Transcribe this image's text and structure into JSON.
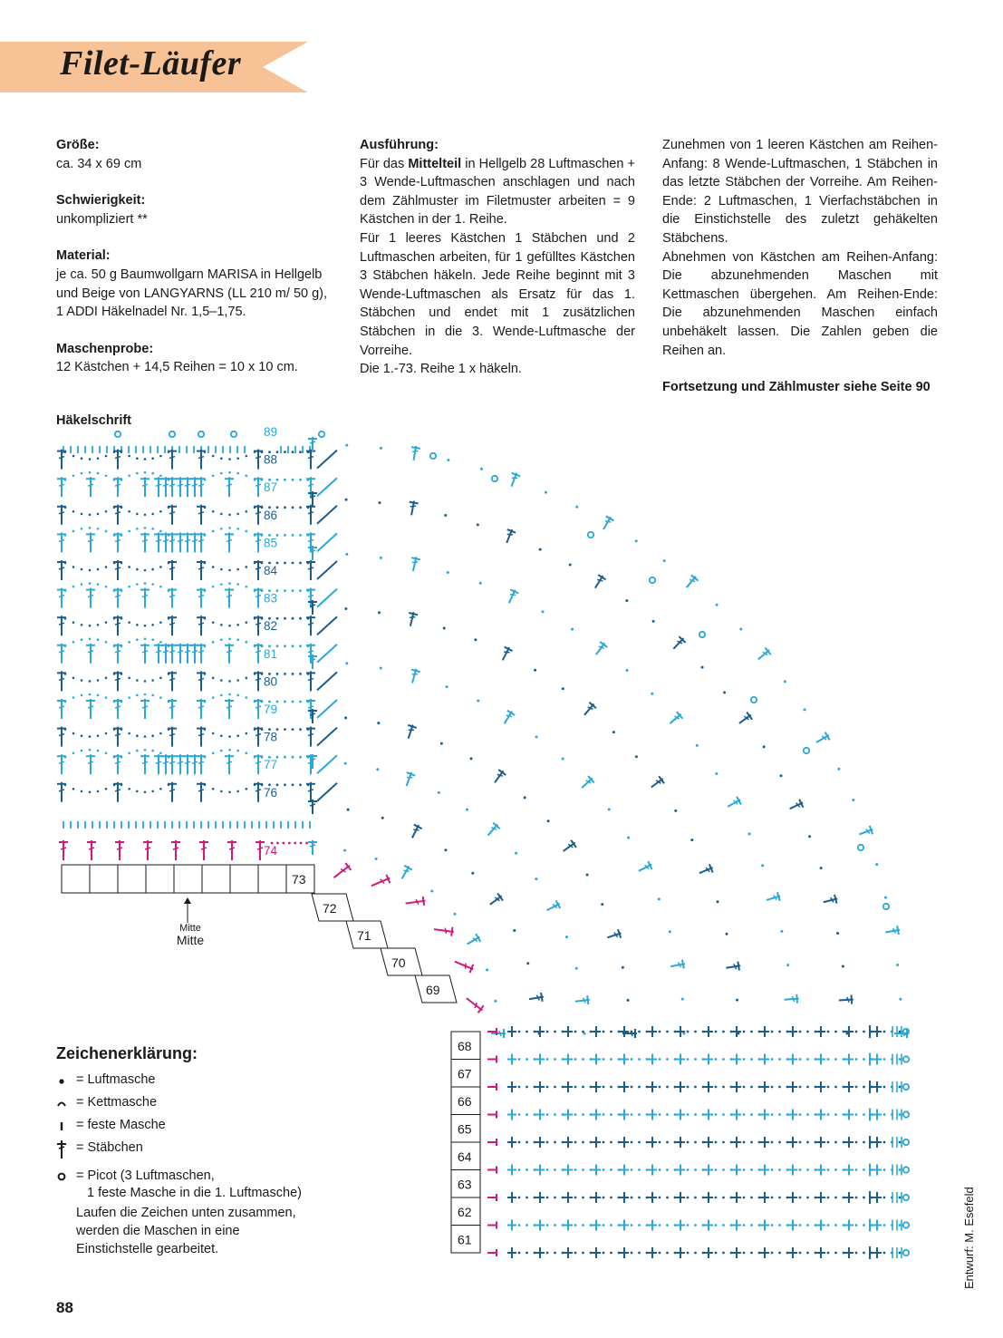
{
  "title": "Filet-Läufer",
  "colors": {
    "banner": "#f6c296",
    "dark": "#1b5e8c",
    "light": "#2aa8d8",
    "magenta": "#d0197a",
    "text": "#1a1a1a"
  },
  "col1": {
    "size_label": "Größe:",
    "size_value": "ca. 34 x 69 cm",
    "difficulty_label": "Schwierigkeit:",
    "difficulty_value": "unkompliziert **",
    "material_label": "Material:",
    "material_1": "je ca. 50 g Baumwollgarn MARISA in Hellgelb",
    "material_2": "und Beige von LANGYARNS (LL 210 m/ 50 g),",
    "material_3": "1 ADDI Häkelnadel Nr. 1,5–1,75.",
    "gauge_label": "Maschenprobe:",
    "gauge_value": "12 Kästchen + 14,5 Reihen = 10 x 10 cm."
  },
  "col2": {
    "heading": "Ausführung:",
    "p1_a": "Für das ",
    "p1_bold": "Mittelteil",
    "p1_b": " in Hellgelb 28 Luftmaschen + 3 Wende-Luftmaschen anschlagen und nach dem Zählmuster im Filetmuster arbeiten = 9 Kästchen in der 1. Reihe.",
    "p2": "Für 1 leeres Kästchen 1 Stäbchen und 2 Luftmaschen arbeiten, für 1 gefülltes Kästchen 3 Stäbchen häkeln. Jede Reihe beginnt mit 3 Wende-Luftmaschen als Ersatz für das 1. Stäbchen und endet mit 1 zusätzlichen Stäbchen in die 3. Wende-Luftmasche der Vorreihe.",
    "p3": "Die 1.-73. Reihe 1 x häkeln."
  },
  "col3": {
    "p1": "Zunehmen von 1 leeren Kästchen am Reihen-Anfang: 8 Wende-Luftmaschen, 1 Stäbchen in das letzte Stäbchen der Vorreihe. Am Reihen-Ende: 2 Luftmaschen, 1 Vierfachstäbchen in die Einstichstelle des zuletzt gehäkelten Stäbchens.",
    "p2": "Abnehmen von Kästchen am Reihen-Anfang: Die abzunehmenden Maschen mit Kettmaschen übergehen. Am Reihen-Ende: Die abzunehmenden Maschen einfach unbehäkelt lassen. Die Zahlen geben die Reihen an.",
    "p3": "Fortsetzung und Zählmuster siehe Seite 90"
  },
  "chart_heading": "Häkelschrift",
  "row_labels": [
    "89",
    "88",
    "87",
    "86",
    "85",
    "84",
    "83",
    "82",
    "81",
    "80",
    "79",
    "78",
    "77",
    "76",
    "74"
  ],
  "row_dark": [
    false,
    true,
    false,
    true,
    false,
    true,
    false,
    true,
    false,
    true,
    false,
    true,
    false,
    true,
    false
  ],
  "box_labels_h": [
    "73"
  ],
  "box_labels_diag": [
    "72",
    "71",
    "70",
    "69"
  ],
  "box_labels_v": [
    "68",
    "67",
    "66",
    "65",
    "64",
    "63",
    "62",
    "61"
  ],
  "mitte_small": "Mitte",
  "mitte_big": "Mitte",
  "legend": {
    "heading": "Zeichenerklärung:",
    "items": [
      "= Luftmasche",
      "= Kettmasche",
      "= feste Masche",
      "= Stäbchen"
    ],
    "picot_1": "= Picot (3 Luftmaschen,",
    "picot_2": "1 feste Masche in die 1. Luftmasche)",
    "note": "Laufen die Zeichen unten zusammen, werden die Maschen in eine Einstichstelle gearbeitet."
  },
  "page_number": "88",
  "credit": "Entwurf: M. Esefeld"
}
